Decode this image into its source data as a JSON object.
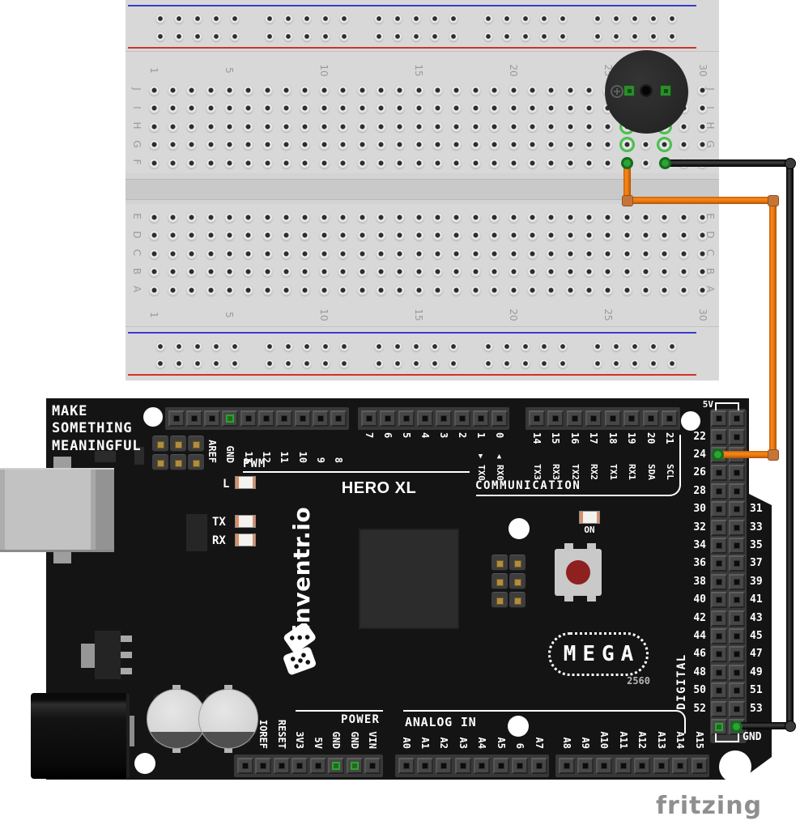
{
  "breadboard": {
    "column_numbers": [
      "1",
      "5",
      "10",
      "15",
      "20",
      "25",
      "30"
    ],
    "column_number_cols": [
      1,
      5,
      10,
      15,
      20,
      25,
      30
    ],
    "top_row_letters": [
      "J",
      "I",
      "H",
      "G",
      "F"
    ],
    "bottom_row_letters": [
      "E",
      "D",
      "C",
      "B",
      "A"
    ]
  },
  "arduino": {
    "slogan": [
      "MAKE",
      "SOMETHING",
      "MEANINGFUL"
    ],
    "board_name": "HERO XL",
    "vendor_logo": "inventr.io",
    "chip_label": "MEGA",
    "chip_sub_label": "2560",
    "pwm": "PWM",
    "communication": "COMMUNICATION",
    "power": "POWER",
    "analog_in": "ANALOG IN",
    "digital": "DIGITAL",
    "on": "ON",
    "led_l": "L",
    "led_tx": "TX",
    "led_rx": "RX",
    "five_v": "5V",
    "gnd": "GND",
    "header_a": [
      "AREF",
      "GND",
      "13",
      "12",
      "11",
      "10",
      "9",
      "8"
    ],
    "header_b": [
      "7",
      "6",
      "5",
      "4",
      "3",
      "2",
      "1",
      "0"
    ],
    "serial0": [
      {
        "arrow": "▼",
        "text": "TX0"
      },
      {
        "arrow": "▲",
        "text": "RX0"
      }
    ],
    "comm_numbers": [
      "14",
      "15",
      "16",
      "17",
      "18",
      "19",
      "20",
      "21"
    ],
    "comm_names": [
      "TX3",
      "RX3",
      "TX2",
      "RX2",
      "TX1",
      "RX1",
      "SDA",
      "SCL"
    ],
    "digital_even": [
      "22",
      "24",
      "26",
      "28",
      "30",
      "32",
      "34",
      "36",
      "38",
      "40",
      "42",
      "44",
      "46",
      "48",
      "50",
      "52"
    ],
    "digital_odd": [
      "31",
      "33",
      "35",
      "37",
      "39",
      "41",
      "43",
      "45",
      "47",
      "49",
      "51",
      "53"
    ],
    "power_pins": [
      "IOREF",
      "RESET",
      "3V3",
      "5V",
      "GND",
      "GND",
      "VIN"
    ],
    "analog_pins_1": [
      "A0",
      "A1",
      "A2",
      "A3",
      "A4",
      "A5",
      "6",
      "A7"
    ],
    "analog_pins_2": [
      "A8",
      "A9",
      "A10",
      "A11",
      "A12",
      "A13",
      "A14",
      "A15"
    ]
  },
  "colors": {
    "wire_orange": "#e9750d",
    "wire_black": "#1c1c1c",
    "highlight_green": "#46c24b",
    "rail_blue": "#3b3bd0",
    "rail_red": "#cf3428",
    "pcb_black": "#141414",
    "breadboard_gray": "#d8d8d8"
  },
  "watermark": "fritzing"
}
